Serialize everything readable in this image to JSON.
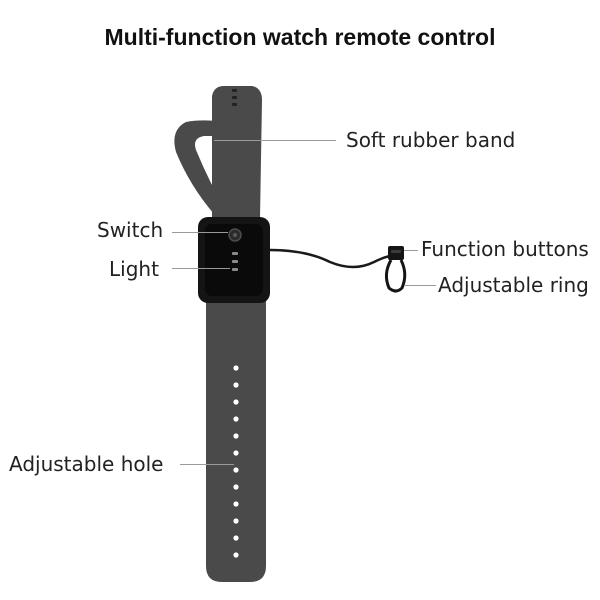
{
  "title": "Multi-function watch remote control",
  "labels": {
    "soft_rubber_band": "Soft rubber band",
    "switch": "Switch",
    "light": "Light",
    "function_buttons": "Function buttons",
    "adjustable_ring": "Adjustable ring",
    "adjustable_hole": "Adjustable hole"
  },
  "colors": {
    "band": "#4a4a4a",
    "band_edge": "#3a3a3a",
    "device": "#111111",
    "hole": "#ffffff",
    "leader_line": "#9a9a9a",
    "text": "#222222"
  }
}
